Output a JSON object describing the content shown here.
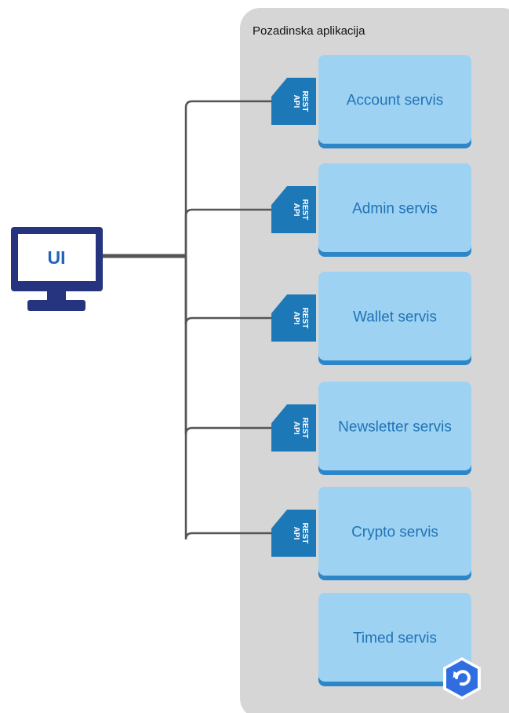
{
  "container": {
    "title": "Pozadinska aplikacija"
  },
  "client": {
    "label": "UI",
    "icon": "monitor-icon"
  },
  "services": [
    {
      "name": "Account servis",
      "api_lines": [
        "REST",
        "API"
      ]
    },
    {
      "name": "Admin servis",
      "api_lines": [
        "REST",
        "API"
      ]
    },
    {
      "name": "Wallet servis",
      "api_lines": [
        "REST",
        "API"
      ]
    },
    {
      "name": "Newsletter servis",
      "api_lines": [
        "REST",
        "API"
      ]
    },
    {
      "name": "Crypto servis",
      "api_lines": [
        "REST",
        "API"
      ]
    },
    {
      "name": "Timed servis"
    }
  ],
  "badge": {
    "icon": "refresh-hexagon-icon"
  },
  "colors": {
    "container_bg": "#d6d6d6",
    "service_fill": "#9ed2f3",
    "service_shadow": "#2c86c8",
    "api_tag": "#1d78b8",
    "monitor": "#26337f",
    "monitor_screen": "#ffffff",
    "connector": "#555555",
    "badge": "#2f6de0"
  }
}
